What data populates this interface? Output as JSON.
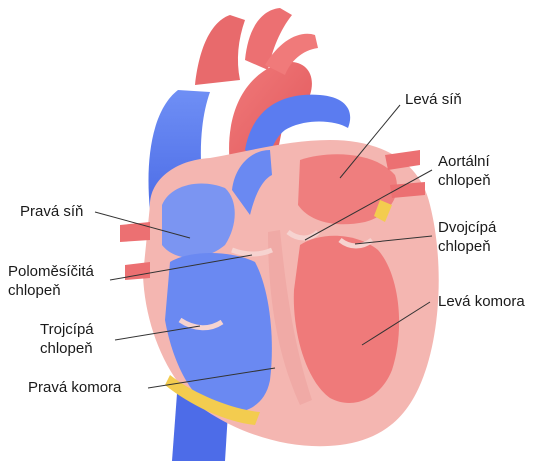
{
  "diagram": {
    "colors": {
      "oxygenated": "#e8686a",
      "deoxygenated": "#5b7cf0",
      "wall": "#f3b9b4",
      "fat": "#f3cc4f",
      "leader": "#333333"
    },
    "labels": {
      "left_atrium": "Levá síň",
      "aortic_valve_l1": "Aortální",
      "aortic_valve_l2": "chlopeň",
      "right_atrium": "Pravá síň",
      "bicuspid_valve_l1": "Dvojcípá",
      "bicuspid_valve_l2": "chlopeň",
      "pulmonary_valve_l1": "Poloměsíčitá",
      "pulmonary_valve_l2": "chlopeň",
      "left_ventricle": "Levá komora",
      "tricuspid_valve_l1": "Trojcípá",
      "tricuspid_valve_l2": "chlopeň",
      "right_ventricle": "Pravá komora"
    }
  }
}
